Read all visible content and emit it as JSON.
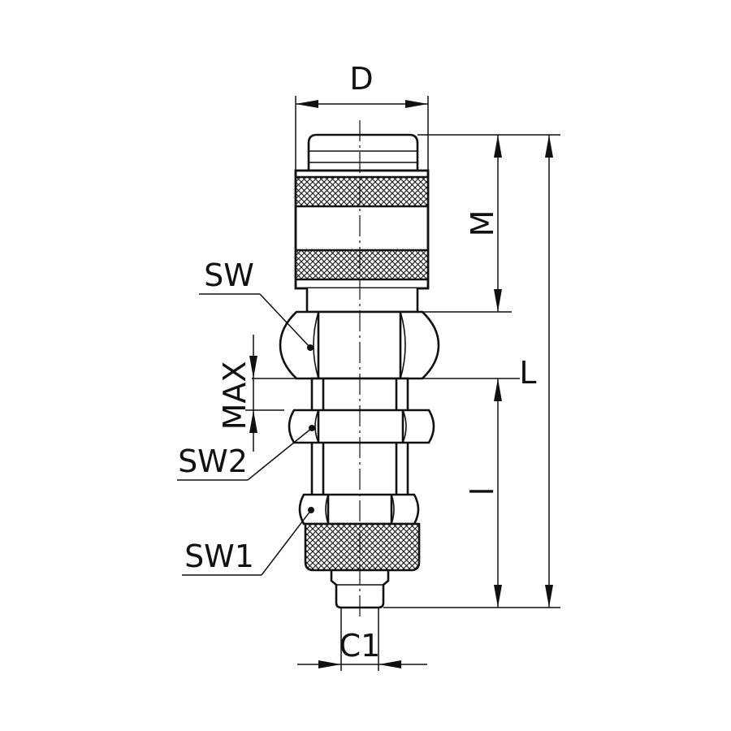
{
  "drawing": {
    "labels": {
      "d": "D",
      "m": "M",
      "l_total": "L",
      "sw": "SW",
      "max": "MAX",
      "sw2": "SW2",
      "l_small": "l",
      "sw1": "SW1",
      "c1": "C1"
    },
    "colors": {
      "line": "#111111",
      "background": "#ffffff"
    }
  }
}
